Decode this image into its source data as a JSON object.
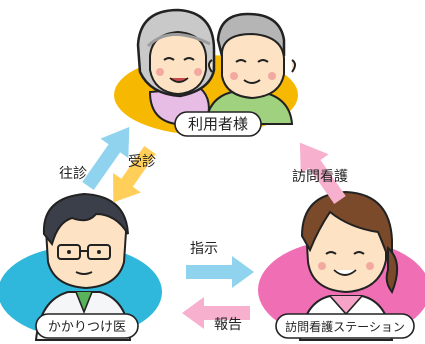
{
  "nodes": {
    "patients": {
      "label": "利用者様"
    },
    "doctor": {
      "label": "かかりつけ医"
    },
    "nursing_station": {
      "label": "訪問看護ステーション"
    }
  },
  "arrows": {
    "visit_home": {
      "label": "往診"
    },
    "consult": {
      "label": "受診"
    },
    "instruction": {
      "label": "指示"
    },
    "report": {
      "label": "報告"
    },
    "home_nursing": {
      "label": "訪問看護"
    }
  },
  "colors": {
    "yellow_blob": "#f6b800",
    "blue_blob": "#2fb8dc",
    "pink_blob": "#f06fb4",
    "arrow_blue": "#8fd3ef",
    "arrow_yellow": "#ffcf5a",
    "arrow_pink": "#f7b1cf"
  }
}
